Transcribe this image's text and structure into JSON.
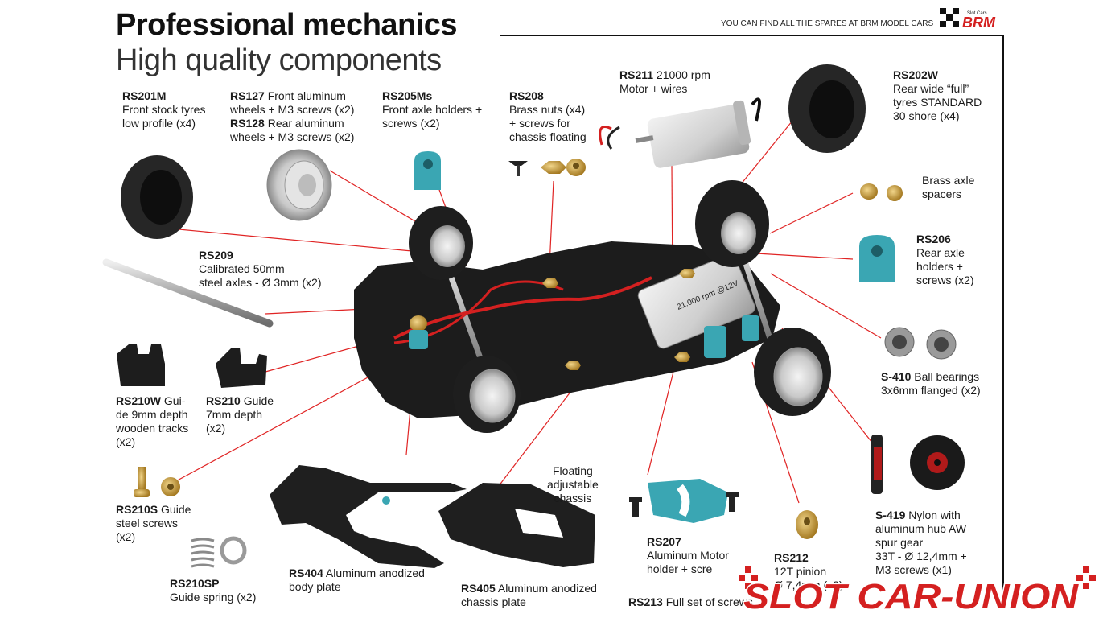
{
  "header": {
    "title": "Professional mechanics",
    "subtitle": "High quality components",
    "spares_note": "YOU CAN FIND ALL THE SPARES AT BRM MODEL CARS",
    "brand_logo_text": "BRM",
    "brand_logo_small": "Slot Cars"
  },
  "parts": {
    "rs201m": {
      "code": "RS201M",
      "line1": "Front stock tyres",
      "line2": "low profile (x4)"
    },
    "rs127": {
      "code": "RS127",
      "line1": " Front aluminum",
      "line2": "wheels + M3 screws (x2)"
    },
    "rs128": {
      "code": "RS128",
      "line1": " Rear aluminum",
      "line2": "wheels + M3 screws (x2)"
    },
    "rs205ms": {
      "code": "RS205Ms",
      "line1": "Front axle holders +",
      "line2": "screws (x2)"
    },
    "rs208": {
      "code": "RS208",
      "line1": "Brass nuts (x4)",
      "line2": "+ screws for",
      "line3": "chassis floating"
    },
    "rs211": {
      "code": "RS211",
      "line1": " 21000 rpm",
      "line2": "Motor + wires"
    },
    "rs202w": {
      "code": "RS202W",
      "line1": "Rear wide “full”",
      "line2": "tyres STANDARD",
      "line3": "30 shore (x4)"
    },
    "brass_spacers": {
      "line1": "Brass axle",
      "line2": "spacers"
    },
    "rs206": {
      "code": "RS206",
      "line1": "Rear axle",
      "line2": "holders +",
      "line3": "screws (x2)"
    },
    "rs209": {
      "code": "RS209",
      "line1": "Calibrated 50mm",
      "line2": "steel axles - Ø 3mm (x2)"
    },
    "s410": {
      "code": "S-410",
      "line1": " Ball bearings",
      "line2": "3x6mm flanged (x2)"
    },
    "rs210w": {
      "code": "RS210W",
      "line1": " Gui-",
      "line2": "de 9mm depth",
      "line3": "wooden tracks",
      "line4": "(x2)"
    },
    "rs210": {
      "code": "RS210",
      "line1": " Guide",
      "line2": "7mm depth",
      "line3": "(x2)"
    },
    "rs210s": {
      "code": "RS210S",
      "line1": " Guide",
      "line2": "steel screws",
      "line3": "(x2)"
    },
    "rs210sp": {
      "code": "RS210SP",
      "line1": "Guide spring (x2)"
    },
    "rs404": {
      "code": "RS404",
      "line1": " Aluminum anodized",
      "line2": "body plate"
    },
    "rs405": {
      "code": "RS405",
      "line1": " Aluminum anodized",
      "line2": "chassis plate"
    },
    "floating": {
      "line1": "Floating",
      "line2": "adjustable",
      "line3": "chassis"
    },
    "rs207": {
      "code": "RS207",
      "line1": "Aluminum Motor",
      "line2": "holder + scre"
    },
    "rs212": {
      "code": "RS212",
      "line1": "12T pinion",
      "line2": "Ø 7,4mm (x2)"
    },
    "rs213": {
      "code": "RS213",
      "line1": " Full set of screws"
    },
    "s419": {
      "code": "S-419",
      "line1": " Nylon with",
      "line2": "aluminum hub AW",
      "line3": "spur gear",
      "line4": "33T - Ø 12,4mm +",
      "line5": "M3 screws (x1)"
    }
  },
  "motor_can_text": "21.000 rpm @12V",
  "watermark_text": "SLOT CAR-UNION",
  "colors": {
    "accent_red": "#d42020",
    "leader_red": "#e02424",
    "teal": "#3aa6b3",
    "chassis": "#1b1b1b",
    "brass": "#c9a040"
  }
}
